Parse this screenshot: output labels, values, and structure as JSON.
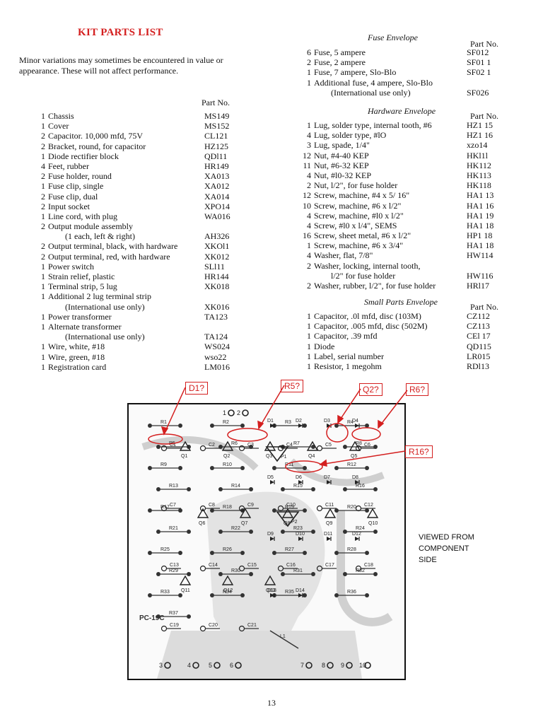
{
  "title": "KIT PARTS LIST",
  "intro": "Minor variations may sometimes be encountered in value or appearance. These will not affect performance.",
  "main_list": {
    "part_no_header": "Part No.",
    "items": [
      {
        "qty": "1",
        "desc": "Chassis",
        "part": "MS149"
      },
      {
        "qty": "1",
        "desc": "Cover",
        "part": "MS152"
      },
      {
        "qty": "2",
        "desc": "Capacitor.  10,000 mfd, 75V",
        "part": "CL121"
      },
      {
        "qty": "2",
        "desc": "Bracket, round, for capacitor",
        "part": "HZ125"
      },
      {
        "qty": "1",
        "desc": "Diode rectifier block",
        "part": "QDl11"
      },
      {
        "qty": "4",
        "desc": "Feet, rubber",
        "part": "HR149"
      },
      {
        "qty": "2",
        "desc": "Fuse holder, round",
        "part": "XA013"
      },
      {
        "qty": "1",
        "desc": "Fuse clip, single",
        "part": "XA012"
      },
      {
        "qty": "2",
        "desc": "Fuse clip, dual",
        "part": "XA014"
      },
      {
        "qty": "2",
        "desc": "Input socket",
        "part": "XPO14"
      },
      {
        "qty": "1",
        "desc": "Line cord, with plug",
        "part": "WA016"
      },
      {
        "qty": "2",
        "desc": "Output module assembly",
        "part": ""
      },
      {
        "qty": "",
        "desc": "(1 each, left & right)",
        "part": "AH326"
      },
      {
        "qty": "2",
        "desc": "Output terminal, black, with hardware",
        "part": "XKOl1"
      },
      {
        "qty": "2",
        "desc": "Output terminal, red, with hardware",
        "part": "XK012"
      },
      {
        "qty": "1",
        "desc": "Power switch",
        "part": "SLl11"
      },
      {
        "qty": "1",
        "desc": "Strain relief, plastic",
        "part": "HR144"
      },
      {
        "qty": "1",
        "desc": "Terminal strip, 5 lug",
        "part": "XK018"
      },
      {
        "qty": "1",
        "desc": "Additional 2 lug terminal strip",
        "part": ""
      },
      {
        "qty": "",
        "desc": "(International use only)",
        "part": "XK016"
      },
      {
        "qty": "1",
        "desc": "Power transformer",
        "part": "TA123"
      },
      {
        "qty": "1",
        "desc": "Alternate  transformer",
        "part": ""
      },
      {
        "qty": "",
        "desc": "(International  use only)",
        "part": "TA124"
      },
      {
        "qty": "1",
        "desc": "Wire, white, #18",
        "part": "WS024"
      },
      {
        "qty": "1",
        "desc": "Wire, green, #18",
        "part": "wso22"
      },
      {
        "qty": "1",
        "desc": "Registration card",
        "part": "LM016"
      }
    ]
  },
  "fuse_envelope": {
    "title": "Fuse Envelope",
    "part_no_header": "Part No.",
    "items": [
      {
        "qty": "6",
        "desc": "Fuse, 5 ampere",
        "part": "SF012"
      },
      {
        "qty": "2",
        "desc": "Fuse,  2  ampere",
        "part": "SF01 1"
      },
      {
        "qty": "1",
        "desc": "Fuse, 7 ampere, Slo-Blo",
        "part": "SF02 1"
      },
      {
        "qty": "1",
        "desc": "Additional fuse, 4 ampere, Slo-Blo",
        "part": ""
      },
      {
        "qty": "",
        "desc": "(International use only)",
        "part": "SF026"
      }
    ]
  },
  "hardware_envelope": {
    "title": "Hardware Envelope",
    "part_no_header": "Part No.",
    "items": [
      {
        "qty": "1",
        "desc": "Lug, solder type, internal tooth, #6",
        "part": "HZ1 15"
      },
      {
        "qty": "4",
        "desc": "Lug, solder type, #lO",
        "part": "HZ1 16"
      },
      {
        "qty": "3",
        "desc": "Lug, spade, 1/4\"",
        "part": "xzo14"
      },
      {
        "qty": "12",
        "desc": "Nut, #4-40  KEP",
        "part": "HKl1l"
      },
      {
        "qty": "11",
        "desc": "Nut, #6-32 KEP",
        "part": "HK112"
      },
      {
        "qty": "4",
        "desc": "Nut, #l0-32 KEP",
        "part": "HK113"
      },
      {
        "qty": "2",
        "desc": "Nut, l/2\", for fuse holder",
        "part": "HK118"
      },
      {
        "qty": "12",
        "desc": "Screw, machine, #4 x 5/ 16\"",
        "part": "HA1  13"
      },
      {
        "qty": "10",
        "desc": "Screw,  machine,  #6 x l/2\"",
        "part": "HA1  16"
      },
      {
        "qty": "4",
        "desc": "Screw, machine, #l0 x l/2\"",
        "part": "HA1  19"
      },
      {
        "qty": "4",
        "desc": "Screw, #l0 x l/4\",  SEMS",
        "part": "HA1 18"
      },
      {
        "qty": "16",
        "desc": "Screw, sheet metal, #6 x l/2\"",
        "part": "HP1  18"
      },
      {
        "qty": "1",
        "desc": "Screw,  machine,  #6 x 3/4\"",
        "part": "HA1  18"
      },
      {
        "qty": "4",
        "desc": "Washer, flat, 7/8\"",
        "part": "HW114"
      },
      {
        "qty": "2",
        "desc": "Washer, locking, internal tooth,",
        "part": ""
      },
      {
        "qty": "",
        "desc": "l/2\" for fuse holder",
        "part": "HW116"
      },
      {
        "qty": "2",
        "desc": "Washer, rubber, l/2\", for fuse holder",
        "part": "HRl17"
      }
    ]
  },
  "small_parts_envelope": {
    "title": "Small Parts Envelope",
    "part_no_header": "Part No.",
    "items": [
      {
        "qty": "1",
        "desc": "Capacitor, .0l mfd, disc (103M)",
        "part": "CZ112"
      },
      {
        "qty": "1",
        "desc": "Capacitor, .005 mfd, disc (502M)",
        "part": "CZ113"
      },
      {
        "qty": "1",
        "desc": "Capacitor, .39  mfd",
        "part": "CEl 17"
      },
      {
        "qty": "1",
        "desc": "Diode",
        "part": "QD115"
      },
      {
        "qty": "1",
        "desc": "Label, serial number",
        "part": "LR015"
      },
      {
        "qty": "1",
        "desc": "Resistor, 1 megohm",
        "part": "RDl13"
      }
    ]
  },
  "board": {
    "callouts": [
      {
        "label": "D1?"
      },
      {
        "label": "R5?"
      },
      {
        "label": "Q2?"
      },
      {
        "label": "R6?"
      },
      {
        "label": "R16?"
      }
    ],
    "board_label": "PC-19C",
    "terminals": [
      "1",
      "2",
      "3",
      "4",
      "5",
      "6",
      "7",
      "8",
      "9",
      "10"
    ],
    "components": {
      "resistors": [
        "R1",
        "R2",
        "R3",
        "R4",
        "R5",
        "R6",
        "R7",
        "R8",
        "R9",
        "R10",
        "R11",
        "R12",
        "R13",
        "R14",
        "R15",
        "R16",
        "R17",
        "R18",
        "R19",
        "R20",
        "R21",
        "R22",
        "R23",
        "R24",
        "R25",
        "R26",
        "R27",
        "R28",
        "R29",
        "R30",
        "R31",
        "R32",
        "R33",
        "R34",
        "R35",
        "R36",
        "R37"
      ],
      "transistors": [
        "Q1",
        "Q2",
        "Q3",
        "Q4",
        "Q5",
        "Q6",
        "Q7",
        "Q8",
        "Q9",
        "Q10",
        "Q11",
        "Q12",
        "Q13"
      ],
      "capacitors": [
        "C1",
        "C2",
        "C3",
        "C4",
        "C5",
        "C6",
        "C7",
        "C8",
        "C9",
        "C10",
        "C11",
        "C12",
        "C13",
        "C14",
        "C15",
        "C16",
        "C17",
        "C18",
        "C19",
        "C20",
        "C21"
      ],
      "diodes": [
        "D1",
        "D2",
        "D3",
        "D4",
        "D5",
        "D6",
        "D7",
        "D8",
        "D9",
        "D10",
        "D11",
        "D12",
        "D13",
        "D14"
      ],
      "pots": [
        "P1",
        "P2"
      ],
      "inductor": "L1"
    },
    "colors": {
      "callout": "#d41f1f",
      "trace": "#bdbdbd"
    }
  },
  "viewed_from": [
    "VIEWED FROM",
    "COMPONENT",
    "SIDE"
  ],
  "page_number": "13"
}
